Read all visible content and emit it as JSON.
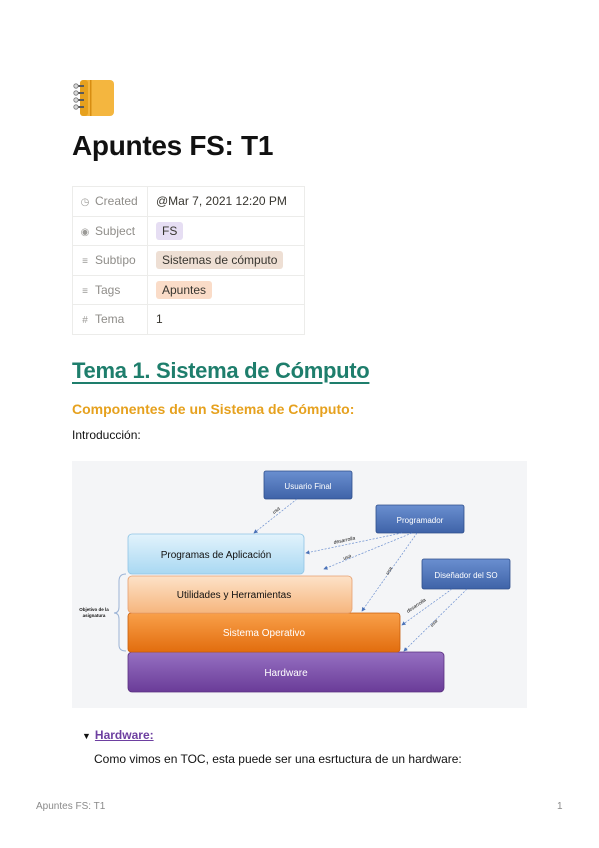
{
  "page": {
    "icon": "notebook-icon",
    "title": "Apuntes FS: T1"
  },
  "properties": [
    {
      "icon": "clock-icon",
      "glyph": "◷",
      "key": "Created",
      "value": "@Mar 7, 2021 12:20 PM",
      "tag": false,
      "tag_color": ""
    },
    {
      "icon": "select-icon",
      "glyph": "◉",
      "key": "Subject",
      "value": "FS",
      "tag": true,
      "tag_color": "purple"
    },
    {
      "icon": "list-icon",
      "glyph": "≡",
      "key": "Subtipo",
      "value": "Sistemas de cómputo",
      "tag": true,
      "tag_color": "brown"
    },
    {
      "icon": "list-icon",
      "glyph": "≡",
      "key": "Tags",
      "value": "Apuntes",
      "tag": true,
      "tag_color": "orange"
    },
    {
      "icon": "number-icon",
      "glyph": "#",
      "key": "Tema",
      "value": "1",
      "tag": false,
      "tag_color": ""
    }
  ],
  "content": {
    "heading1": "Tema 1. Sistema de Cómputo",
    "heading2": "Componentes de un Sistema de Cómputo:",
    "intro": "Introducción:",
    "toggle_label": "Hardware:",
    "paragraph": "Como vimos en TOC, esta puede ser una esrtuctura de un hardware:"
  },
  "diagram": {
    "layers": {
      "hardware": "Hardware",
      "so": "Sistema Operativo",
      "util": "Utilidades  y Herramientas",
      "apps": "Programas de Aplicación"
    },
    "actors": {
      "usuario": "Usuario Final",
      "programador": "Programador",
      "disenador": "Diseñador del SO"
    },
    "side_note_line1": "Objetivo de la",
    "side_note_line2": "asignatura",
    "arrow_labels": {
      "usa1": "usa",
      "desarrolla1": "desarrolla",
      "usa2": "usa",
      "usa3": "usa",
      "desarrolla2": "desarrolla",
      "usa4": "usa"
    },
    "colors": {
      "actor": "#4a72b8",
      "apps": "#c5e6f7",
      "util": "#f9c9a0",
      "so": "#f07e1c",
      "hardware": "#7d4fa9"
    }
  },
  "footer": {
    "left": "Apuntes FS: T1",
    "right": "1"
  }
}
